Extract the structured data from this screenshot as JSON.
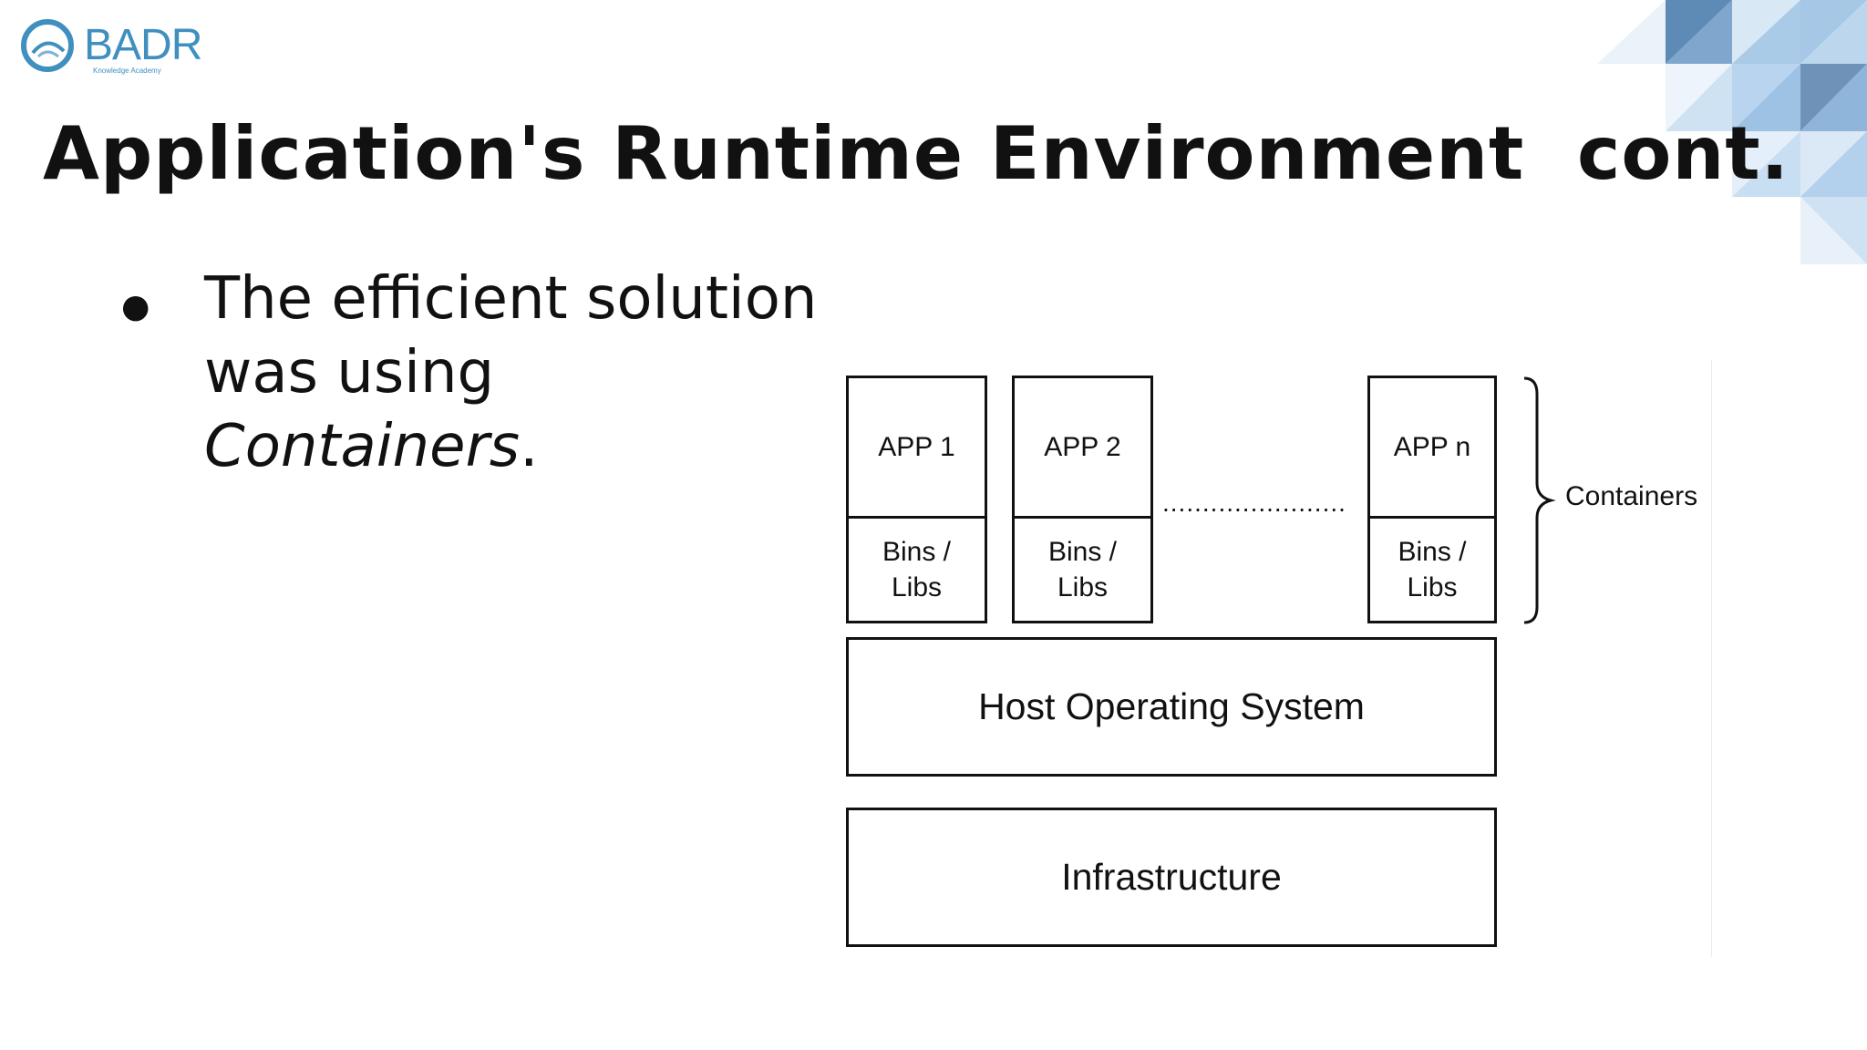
{
  "logo": {
    "wordmark": "BADR",
    "tagline": "Knowledge Academy"
  },
  "slide": {
    "title": "Application's Runtime Environment  cont.",
    "bullet_mark": "●",
    "bullet_text_1": "The efficient solution",
    "bullet_text_2": "was using ",
    "bullet_text_emph": "Containers",
    "bullet_text_end": "."
  },
  "diagram": {
    "apps": [
      {
        "app": "APP 1",
        "libs_1": "Bins /",
        "libs_2": "Libs"
      },
      {
        "app": "APP 2",
        "libs_1": "Bins /",
        "libs_2": "Libs"
      },
      {
        "app": "APP n",
        "libs_1": "Bins /",
        "libs_2": "Libs"
      }
    ],
    "ellipsis": ".......................",
    "group_label": "Containers",
    "host_os": "Host Operating System",
    "infrastructure": "Infrastructure"
  },
  "colors": {
    "accent_light": "#d7e8f5",
    "accent_mid": "#a9cbe8",
    "accent_dark": "#6f93b8",
    "logo": "#3f8fbf"
  }
}
